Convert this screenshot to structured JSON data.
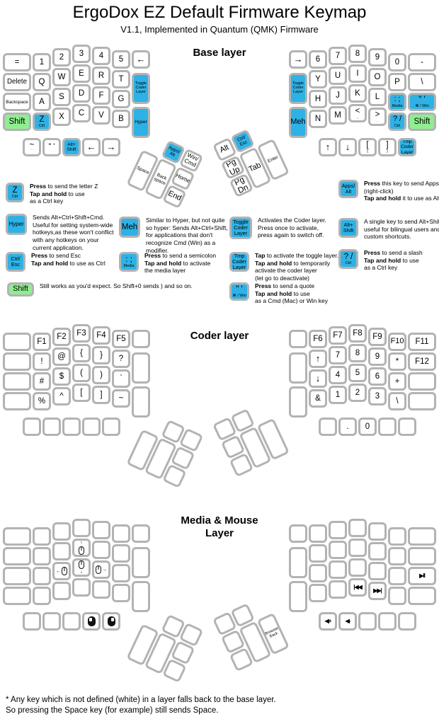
{
  "page": {
    "title": "ErgoDox EZ Default Firmware Keymap",
    "subtitle": "V1.1, Implemented in Quantum (QMK) Firmware",
    "footnote_line1": "* Any key which is not defined (white) in a layer falls back to the base layer.",
    "footnote_line2": "So pressing the Space key (for example) still sends Space."
  },
  "colors": {
    "blue": "#2eb2e6",
    "green": "#90ee90",
    "key_border": "#b3b3b3"
  },
  "layers": [
    {
      "id": "base",
      "name": "Base layer",
      "left": [
        {
          "t": "=",
          "n": "equals"
        },
        "Delete",
        "Backspace",
        {
          "t": "Shift",
          "c": "green"
        },
        "1",
        "Q",
        "A",
        {
          "t": "Z",
          "s": "Ctrl",
          "c": "blue",
          "n": "z-ctrl"
        },
        "2",
        "W",
        "S",
        "X",
        "3",
        "E",
        "D",
        "C",
        "4",
        "R",
        "F",
        "V",
        "5",
        "T",
        "G",
        "B",
        {
          "t": "←",
          "n": "left-arrow"
        },
        {
          "t": "Toggle\nCoder\nLayer",
          "c": "blue",
          "n": "toggle-coder-layer"
        },
        {
          "t": "Hyper",
          "c": "blue"
        },
        {
          "t": "~",
          "s": "`",
          "n": "tilde-grave"
        },
        {
          "t": "\" '",
          "n": "quote"
        },
        {
          "t": "Alt+\nShift",
          "c": "blue",
          "n": "alt-shift"
        },
        {
          "t": "←",
          "n": "left-arrow"
        },
        {
          "t": "→",
          "n": "right-arrow"
        },
        {
          "t": "Apps/\nAlt",
          "c": "blue",
          "n": "apps-alt"
        },
        {
          "t": "Win/\nCmd",
          "n": "win-cmd"
        },
        "Space",
        {
          "t": "Back\nspace",
          "n": "backspace-thumb"
        },
        "Home",
        "End"
      ],
      "right": [
        {
          "t": "→",
          "n": "right-arrow"
        },
        {
          "t": "Toggle\nCoder\nLayer",
          "c": "blue",
          "n": "toggle-coder-layer"
        },
        {
          "t": "Meh",
          "c": "blue"
        },
        "6",
        "Y",
        "H",
        "N",
        "7",
        "U",
        "J",
        "M",
        "8",
        "I",
        "K",
        {
          "t": "<",
          "s": ",",
          "n": "comma"
        },
        "9",
        "O",
        "L",
        {
          "t": ">",
          "s": ".",
          "n": "period"
        },
        "0",
        "P",
        {
          "t": ": ;",
          "s": "Media",
          "c": "blue",
          "n": "semicolon-media"
        },
        {
          "t": "? /",
          "s": "Ctrl",
          "c": "blue",
          "n": "slash-ctrl"
        },
        {
          "t": "-",
          "n": "minus"
        },
        {
          "t": "\\",
          "n": "backslash"
        },
        {
          "t": "\" '",
          "s": "⌘ / Win",
          "c": "blue",
          "n": "quote-cmd-win"
        },
        {
          "t": "Shift",
          "c": "green"
        },
        {
          "t": "↑",
          "n": "up-arrow"
        },
        {
          "t": "↓",
          "n": "down-arrow"
        },
        {
          "t": "[",
          "s": "{",
          "n": "left-bracket"
        },
        {
          "t": "]",
          "s": "}",
          "n": "right-bracket"
        },
        {
          "t": "Tmp\nCoder\nLayer",
          "c": "blue",
          "n": "tmp-coder-layer"
        },
        "Alt",
        {
          "t": "Ctrl/\nEsc",
          "c": "blue",
          "n": "ctrl-esc"
        },
        {
          "t": "Pg\nUp",
          "n": "page-up"
        },
        {
          "t": "Pg\nDn",
          "n": "page-down"
        },
        "Tab",
        "Enter"
      ]
    },
    {
      "id": "coder",
      "name": "Coder layer",
      "left": [
        "",
        "",
        "",
        "",
        "F1",
        {
          "t": "!",
          "n": "exclamation"
        },
        {
          "t": "#",
          "n": "hash"
        },
        {
          "t": "%",
          "n": "percent"
        },
        "F2",
        {
          "t": "@",
          "n": "at"
        },
        {
          "t": "$",
          "n": "dollar"
        },
        {
          "t": "^",
          "n": "caret"
        },
        "F3",
        {
          "t": "{",
          "n": "left-brace"
        },
        {
          "t": "(",
          "n": "left-paren"
        },
        {
          "t": "[",
          "n": "left-bracket"
        },
        "F4",
        {
          "t": "}",
          "n": "right-brace"
        },
        {
          "t": ")",
          "n": "right-paren"
        },
        {
          "t": "]",
          "n": "right-bracket"
        },
        "F5",
        {
          "t": "?",
          "n": "question"
        },
        {
          "t": "`",
          "n": "grave"
        },
        {
          "t": "~",
          "n": "tilde"
        },
        "",
        "",
        "",
        "",
        "",
        "",
        "",
        "",
        "",
        "",
        "",
        "",
        "",
        ""
      ],
      "right": [
        "",
        "",
        "",
        "F6",
        {
          "t": "↑",
          "n": "up-arrow"
        },
        {
          "t": "↓",
          "n": "down-arrow"
        },
        {
          "t": "&",
          "n": "ampersand"
        },
        "F7",
        "7",
        "4",
        "1",
        "F8",
        "8",
        "5",
        "2",
        "F9",
        "9",
        "6",
        "3",
        "F10",
        {
          "t": "*",
          "n": "asterisk"
        },
        {
          "t": "+",
          "n": "plus"
        },
        {
          "t": "\\",
          "n": "backslash"
        },
        "F11",
        "F12",
        "",
        "",
        "",
        {
          "t": ".",
          "n": "period"
        },
        "0",
        "",
        "",
        "",
        "",
        "",
        "",
        "",
        ""
      ]
    },
    {
      "id": "media",
      "name": "Media & Mouse\nLayer",
      "left": [
        "",
        "",
        "",
        "",
        "",
        "",
        "",
        "",
        "",
        "",
        {
          "icon": "mouse-left",
          "n": "mouse-left"
        },
        "",
        "",
        {
          "icon": "mouse-up",
          "n": "mouse-up"
        },
        {
          "icon": "mouse-down",
          "n": "mouse-down"
        },
        "",
        "",
        "",
        {
          "icon": "mouse-right",
          "n": "mouse-right"
        },
        "",
        "",
        "",
        "",
        "",
        "",
        "",
        "",
        "",
        "",
        "",
        {
          "icon": "mouse-btn-left",
          "n": "mouse-button-left"
        },
        {
          "icon": "mouse-btn-right",
          "n": "mouse-button-right"
        },
        "",
        "",
        "",
        "",
        "",
        ""
      ],
      "right": [
        "",
        "",
        "",
        "",
        "",
        "",
        "",
        "",
        "",
        "",
        "",
        "",
        "",
        "",
        {
          "icon": "prev-track",
          "n": "previous-track"
        },
        "",
        "",
        "",
        {
          "icon": "next-track",
          "n": "next-track"
        },
        "",
        "",
        "",
        "",
        "",
        "",
        {
          "icon": "play-pause",
          "n": "play-pause"
        },
        "",
        {
          "icon": "vol-up",
          "n": "volume-up"
        },
        {
          "icon": "vol-down",
          "n": "volume-down"
        },
        "",
        "",
        "",
        "",
        "",
        "",
        "",
        "",
        {
          "t": "Browser\nBack",
          "n": "browser-back"
        }
      ]
    }
  ],
  "legend": {
    "items": [
      {
        "n": "z-ctrl",
        "key": {
          "t": "Z",
          "s": "Ctrl",
          "c": "blue",
          "n": "z-ctrl"
        },
        "lines": [
          [
            {
              "b": 1,
              "t": "Press"
            },
            {
              "t": " to send the letter Z"
            }
          ],
          [
            {
              "b": 1,
              "t": "Tap and hold"
            },
            {
              "t": " to use"
            }
          ],
          [
            {
              "t": "as a Ctrl key"
            }
          ]
        ]
      },
      {
        "n": "hyper",
        "key": {
          "t": "Hyper",
          "c": "blue"
        },
        "lines": [
          [
            {
              "t": "Sends Alt+Ctrl+Shift+Cmd."
            }
          ],
          [
            {
              "t": "Useful for setting system-wide"
            }
          ],
          [
            {
              "t": "hotkeys,as these won't conflict"
            }
          ],
          [
            {
              "t": "with any hotkeys on your"
            }
          ],
          [
            {
              "t": "current application."
            }
          ]
        ]
      },
      {
        "n": "ctrl-esc",
        "key": {
          "t": "Ctrl/\nEsc",
          "c": "blue",
          "n": "ctrl-esc"
        },
        "lines": [
          [
            {
              "b": 1,
              "t": "Press"
            },
            {
              "t": " to send Esc"
            }
          ],
          [
            {
              "b": 1,
              "t": "Tap and hold"
            },
            {
              "t": " to use as Ctrl"
            }
          ]
        ]
      },
      {
        "n": "shift",
        "key": {
          "t": "Shift",
          "c": "green"
        },
        "lines": [
          [
            {
              "t": "Still works as you'd expect. So Shift+0 sends ) and so on."
            }
          ]
        ]
      },
      {
        "n": "meh",
        "key": {
          "t": "Meh",
          "c": "blue"
        },
        "lines": [
          [
            {
              "t": "Similar to Hyper, but not quite"
            }
          ],
          [
            {
              "t": "so hyper: Sends Alt+Ctrl+Shift,"
            }
          ],
          [
            {
              "t": "for applications that don't"
            }
          ],
          [
            {
              "t": "recognize Cmd (Win) as a"
            }
          ],
          [
            {
              "t": "modifier."
            }
          ]
        ]
      },
      {
        "n": "semicolon-media",
        "key": {
          "t": ": ;",
          "s": "Media",
          "c": "blue",
          "n": "semicolon-media"
        },
        "lines": [
          [
            {
              "b": 1,
              "t": "Press"
            },
            {
              "t": " to send a semicolon"
            }
          ],
          [
            {
              "b": 1,
              "t": "Tap and hold"
            },
            {
              "t": " to activate"
            }
          ],
          [
            {
              "t": "the media layer"
            }
          ]
        ]
      },
      {
        "n": "toggle-coder-layer",
        "key": {
          "t": "Toggle\nCoder\nLayer",
          "c": "blue",
          "n": "toggle-coder-layer"
        },
        "lines": [
          [
            {
              "t": "Activates the Coder layer."
            }
          ],
          [
            {
              "t": "Press once to activate,"
            }
          ],
          [
            {
              "t": "press again to switch off."
            }
          ]
        ]
      },
      {
        "n": "tmp-coder-layer",
        "key": {
          "t": "Tmp\nCoder\nLayer",
          "c": "blue",
          "n": "tmp-coder-layer"
        },
        "lines": [
          [
            {
              "b": 1,
              "t": "Tap"
            },
            {
              "t": " to activate the toggle layer."
            }
          ],
          [
            {
              "b": 1,
              "t": "Tap and hold"
            },
            {
              "t": " to temporarily"
            }
          ],
          [
            {
              "t": "activate the coder layer"
            }
          ],
          [
            {
              "t": "(let go to deactivate)"
            }
          ]
        ]
      },
      {
        "n": "quote-cmd-win",
        "key": {
          "t": "\" '",
          "s": "⌘ / Win",
          "c": "blue",
          "n": "quote-cmd-win"
        },
        "lines": [
          [
            {
              "b": 1,
              "t": "Press"
            },
            {
              "t": " to send a quote"
            }
          ],
          [
            {
              "b": 1,
              "t": "Tap and hold"
            },
            {
              "t": " to use"
            }
          ],
          [
            {
              "t": "as a Cmd (Mac) or Win key"
            }
          ]
        ]
      },
      {
        "n": "apps-alt",
        "key": {
          "t": "Apps/\nAlt",
          "c": "blue",
          "n": "apps-alt"
        },
        "lines": [
          [
            {
              "b": 1,
              "t": "Press"
            },
            {
              "t": " this key to send Apps"
            }
          ],
          [
            {
              "t": "(right-click)"
            }
          ],
          [
            {
              "b": 1,
              "t": "Tap and hold"
            },
            {
              "t": " it to use as Alt"
            }
          ]
        ]
      },
      {
        "n": "alt-shift",
        "key": {
          "t": "Alt+\nShift",
          "c": "blue",
          "n": "alt-shift"
        },
        "lines": [
          [
            {
              "t": "A single key to send Alt+Shift"
            }
          ],
          [
            {
              "t": "useful for bilingual users and"
            }
          ],
          [
            {
              "t": "custom shortcuts."
            }
          ]
        ]
      },
      {
        "n": "slash-ctrl",
        "key": {
          "t": "? /",
          "s": "Ctrl",
          "c": "blue",
          "n": "slash-ctrl"
        },
        "lines": [
          [
            {
              "b": 1,
              "t": "Press"
            },
            {
              "t": " to send a slash"
            }
          ],
          [
            {
              "b": 1,
              "t": "Tap and hold"
            },
            {
              "t": " to use"
            }
          ],
          [
            {
              "t": "as a Ctrl key"
            }
          ]
        ]
      }
    ]
  }
}
